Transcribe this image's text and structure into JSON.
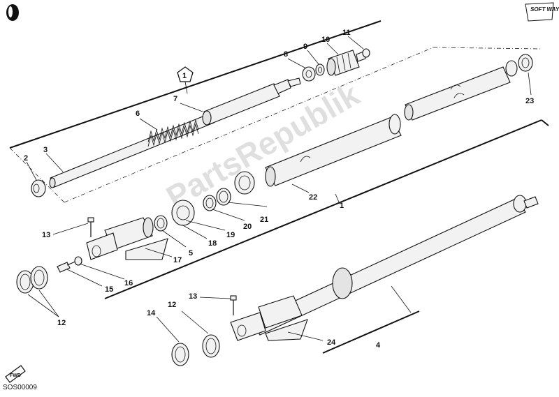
{
  "diagram": {
    "code": "SOS00009",
    "watermark": "PartsRepublik",
    "brand_logo": "SOFT WAY",
    "fwd_label": "FWD",
    "group_marker": "1",
    "callouts": {
      "c1": "1",
      "c2": "2",
      "c3": "3",
      "c4": "4",
      "c5": "5",
      "c6": "6",
      "c7": "7",
      "c8": "8",
      "c9": "9",
      "c10": "10",
      "c11": "11",
      "c12a": "12",
      "c12b": "12",
      "c13a": "13",
      "c13b": "13",
      "c14": "14",
      "c15": "15",
      "c16": "16",
      "c17": "17",
      "c18": "18",
      "c19": "19",
      "c20": "20",
      "c21": "21",
      "c22": "22",
      "c23": "23",
      "c24": "24"
    }
  }
}
